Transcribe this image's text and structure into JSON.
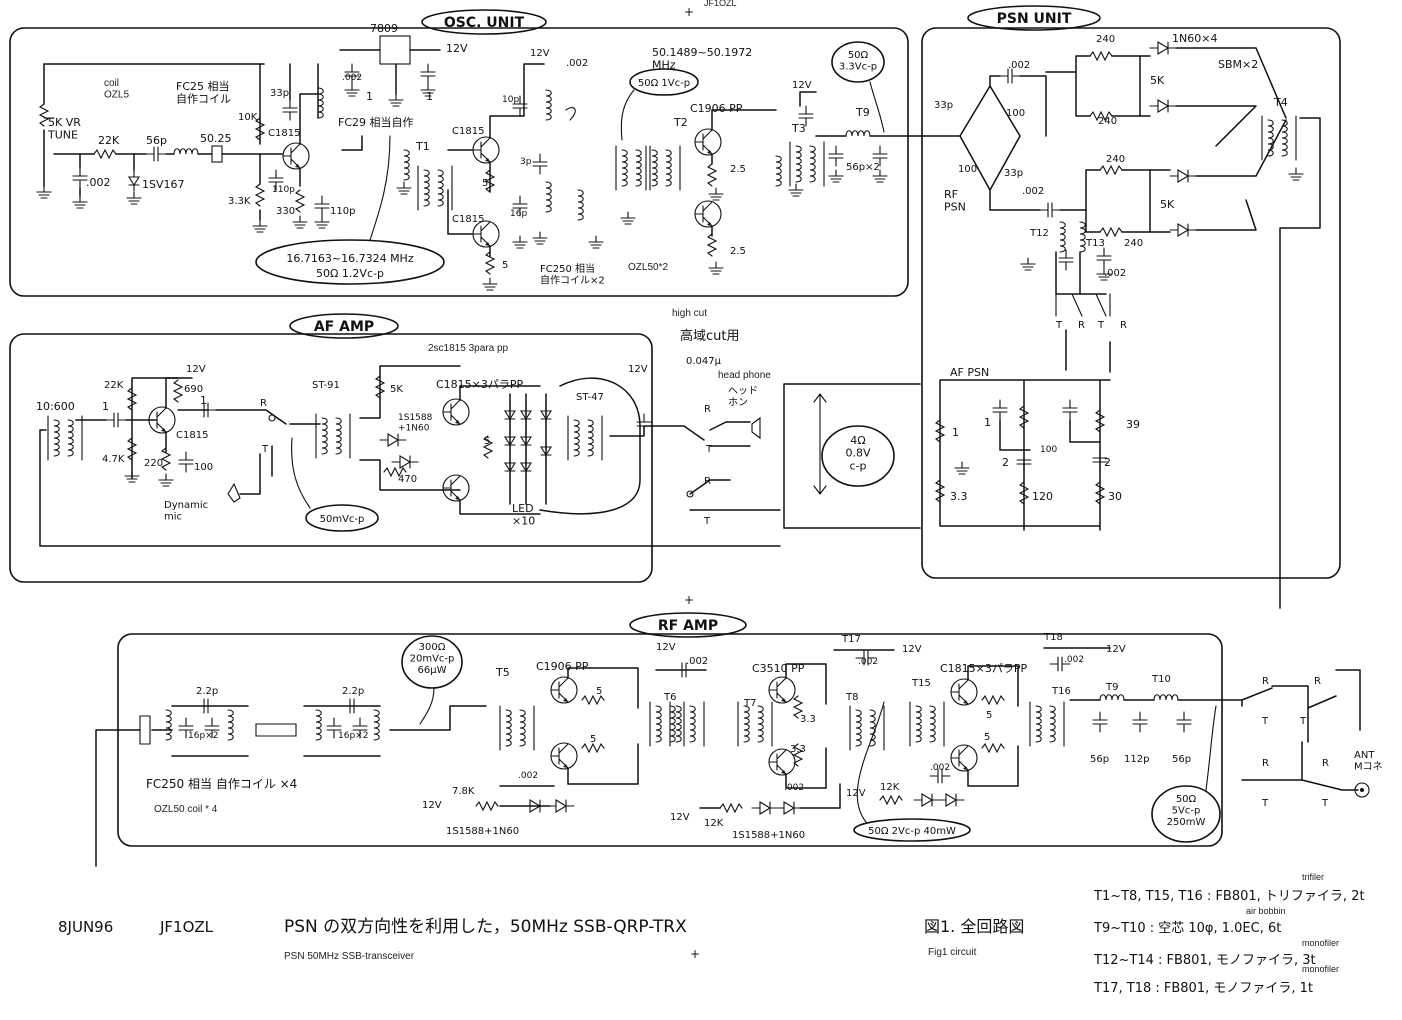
{
  "sections": {
    "osc": "OSC. UNIT",
    "psn": "PSN UNIT",
    "af_amp": "AF AMP",
    "rf_amp": "RF AMP"
  },
  "header_fragment": "JF1OZL",
  "osc_unit": {
    "tune": "5K VR\nTUNE",
    "coil_note": "coil\nOZL5",
    "fc25": "FC25 相当\n自作コイル",
    "r22k": "22K",
    "c56p": "56p",
    "c002a": ".002",
    "varicap": "1SV167",
    "xtal": "50.25",
    "r10k": "10K",
    "r33k": "3.3K",
    "c33p": "33p",
    "c110p_a": "110p",
    "r330": "330",
    "c110p_b": "110p",
    "q1": "C1815",
    "reg": "7809",
    "v12a": "12V",
    "c002b": ".002",
    "one_a": "1",
    "one_b": "1",
    "fc29": "FC29 相当自作",
    "t1": "T1",
    "q2": "C1815",
    "q3": "C1815",
    "v12b": "12V",
    "c002c": ".002",
    "c10p": "10p",
    "c3p": "3p",
    "c16p": "16p",
    "r5a": "5",
    "r5b": "5",
    "freq_box_l1": "16.7163~16.7324 MHz",
    "freq_box_l2": "50Ω  1.2Vc-p",
    "fc250": "FC250 相当\n自作コイル×2",
    "ozl50": "OZL50*2",
    "freq_top": "50.1489~50.1972\nMHz",
    "lvl_box": "50Ω 1Vc-p",
    "t2": "T2",
    "q4": "C1906 PP",
    "r25a": "2.5",
    "r25b": "2.5",
    "v12c": "12V",
    "t3": "T3",
    "t9": "T9",
    "c56p2": "56p×2",
    "out_box": "50Ω\n3.3Vc-p"
  },
  "psn_unit": {
    "c002a": ".002",
    "r240a": "240",
    "diodes": "1N60×4",
    "sbm": "SBM×2",
    "vr5ka": "5K",
    "r240b": "240",
    "c33pa": "33p",
    "r100a": "100",
    "r100b": "100",
    "c33pb": "33p",
    "rf_psn": "RF\nPSN",
    "c002b": ".002",
    "r240c": "240",
    "vr5kb": "5K",
    "r240d": "240",
    "t4": "T4",
    "t12": "T12",
    "t13": "T13",
    "c002c": ".002",
    "af_psn": "AF PSN",
    "r1a": "1",
    "r1b": "1",
    "r2a": "2",
    "r2b": "2",
    "r33": "3.3",
    "r120": "120",
    "r30": "30",
    "r100c": "100",
    "r39": "39",
    "hp_box": "4Ω\n0.8V\nc-p",
    "t_lbl": "T",
    "r_lbl": "R"
  },
  "af_amp": {
    "ratio": "10:600",
    "c1a": "1",
    "r22k": "22K",
    "r47k": "4.7K",
    "q1": "C1815",
    "r690": "690",
    "v12a": "12V",
    "r220": "220",
    "c100": "100",
    "c1b": "1",
    "dyn_mic": "Dynamic\nmic",
    "lvl_box": "50mVc-p",
    "pp_note": "2sc1815 3para pp",
    "st91": "ST-91",
    "r5k": "5K",
    "diodes": "1S1588\n+1N60",
    "r470": "470",
    "r5": "5",
    "q_pp": "C1815×3パラPP",
    "led": "LED\n×10",
    "st47": "ST-47",
    "v12b": "12V",
    "high_cut_en": "high cut",
    "high_cut_jp": "高域cut用",
    "c047": "0.047μ",
    "headphone_en": "head phone",
    "headphone_jp": "ヘッド\nホン",
    "r": "R",
    "t": "T"
  },
  "rf_amp": {
    "c22pa": "2.2p",
    "c16pa": "16p×2",
    "c22pb": "2.2p",
    "c16pb": "16p×2",
    "fc250": "FC250 相当 自作コイル ×4",
    "ozl50": "OZL50 coil * 4",
    "lvl_box": "300Ω\n20mVc-p\n66μW",
    "t5": "T5",
    "q1": "C1906 PP",
    "r5a": "5",
    "r5b": "5",
    "v12a": "12V",
    "c002a": ".002",
    "t6": "T6",
    "r78k": "7.8K",
    "v12b": "12V",
    "diodes_a": "1S1588+1N60",
    "c002b": ".002",
    "t17": "T17",
    "v12c": "12V",
    "c002c": ".002",
    "q2": "C3510 PP",
    "t7": "T7",
    "r33a": "3.3",
    "r33b": "3.3",
    "t8": "T8",
    "v12d": "12V",
    "r12k_a": "12K",
    "diodes_b": "1S1588+1N60",
    "c002d": ".002",
    "t15": "T15",
    "q3": "C1815×3パラPP",
    "r5c": "5",
    "r5d": "5",
    "t18": "T18",
    "v12e": "12V",
    "c002e": ".002",
    "t16": "T16",
    "v12f": "12V",
    "r12k_b": "12K",
    "c002f": ".002",
    "lvl_box2": "50Ω 2Vc-p 40mW",
    "t9": "T9",
    "t10": "T10",
    "c56pa": "56p",
    "c112p": "112p",
    "c56pb": "56p",
    "out_box": "50Ω\n5Vc-p\n250mW",
    "ant": "ANT\nMコネ",
    "r": "R",
    "t": "T"
  },
  "footer": {
    "date": "8JUN96",
    "call": "JF1OZL",
    "title": "PSN の双方向性を利用した，50MHz SSB-QRP-TRX",
    "title_en": "PSN  50MHz SSB-transceiver",
    "fig": "図1. 全回路図",
    "fig_en": "Fig1 circuit",
    "n1_note": "trifiler",
    "n1": "T1~T8, T15, T16 : FB801, トリファイラ, 2t",
    "n2_note": "air bobbin",
    "n2": "T9~T10 : 空芯 10φ, 1.0EC, 6t",
    "n3_note": "monofiler",
    "n3": "T12~T14 : FB801, モノファイラ, 3t",
    "n4_note": "monofiler",
    "n4": "T17, T18 : FB801, モノファイラ, 1t"
  },
  "marks": {
    "plus_a": "+",
    "plus_b": "+",
    "plus_c": "+"
  }
}
